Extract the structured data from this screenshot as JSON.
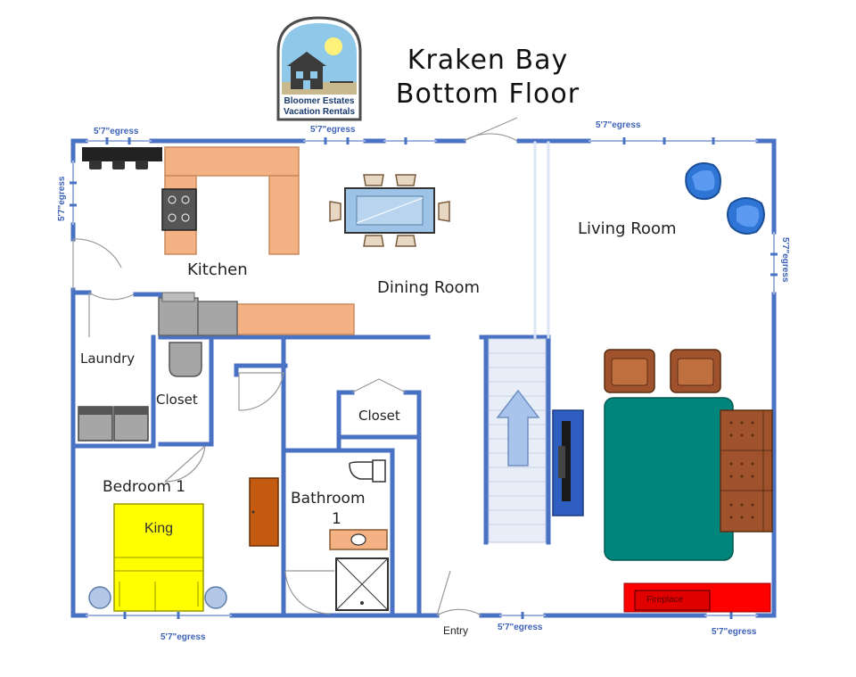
{
  "title": {
    "line1": "Kraken Bay",
    "line2": "Bottom Floor"
  },
  "logo": {
    "line1": "Bloomer Estates",
    "line2": "Vacation Rentals"
  },
  "rooms": {
    "kitchen": "Kitchen",
    "dining_room": "Dining Room",
    "living_room": "Living Room",
    "laundry": "Laundry",
    "closet_1": "Closet",
    "closet_2": "Closet",
    "bedroom_1": "Bedroom 1",
    "bathroom_1_line1": "Bathroom",
    "bathroom_1_line2": "1"
  },
  "labels": {
    "king": "King",
    "fireplace": "Fireplace",
    "entry": "Entry"
  },
  "egress": {
    "top_left": "5'7\"egress",
    "top_middle": "5'7\"egress",
    "top_right": "5'7\"egress",
    "left_side": "5'7\"egress",
    "right_side": "5'7\"egress",
    "bottom_left": "5'7\"egress",
    "bottom_middle": "5'7\"egress",
    "bottom_right": "5'7\"egress"
  },
  "colors": {
    "wall": "#4a72c4",
    "counter": "#f4b183",
    "bed": "#ffff00",
    "rug": "#00857c",
    "fireplace": "#ff0000",
    "armchair": "#a0522d",
    "blue_chair": "#2e75d6",
    "appliance": "#a6a6a6",
    "dining_table": "#9dc3e6",
    "stairs": "#e8eef7",
    "arrow": "#a9c4ea"
  }
}
